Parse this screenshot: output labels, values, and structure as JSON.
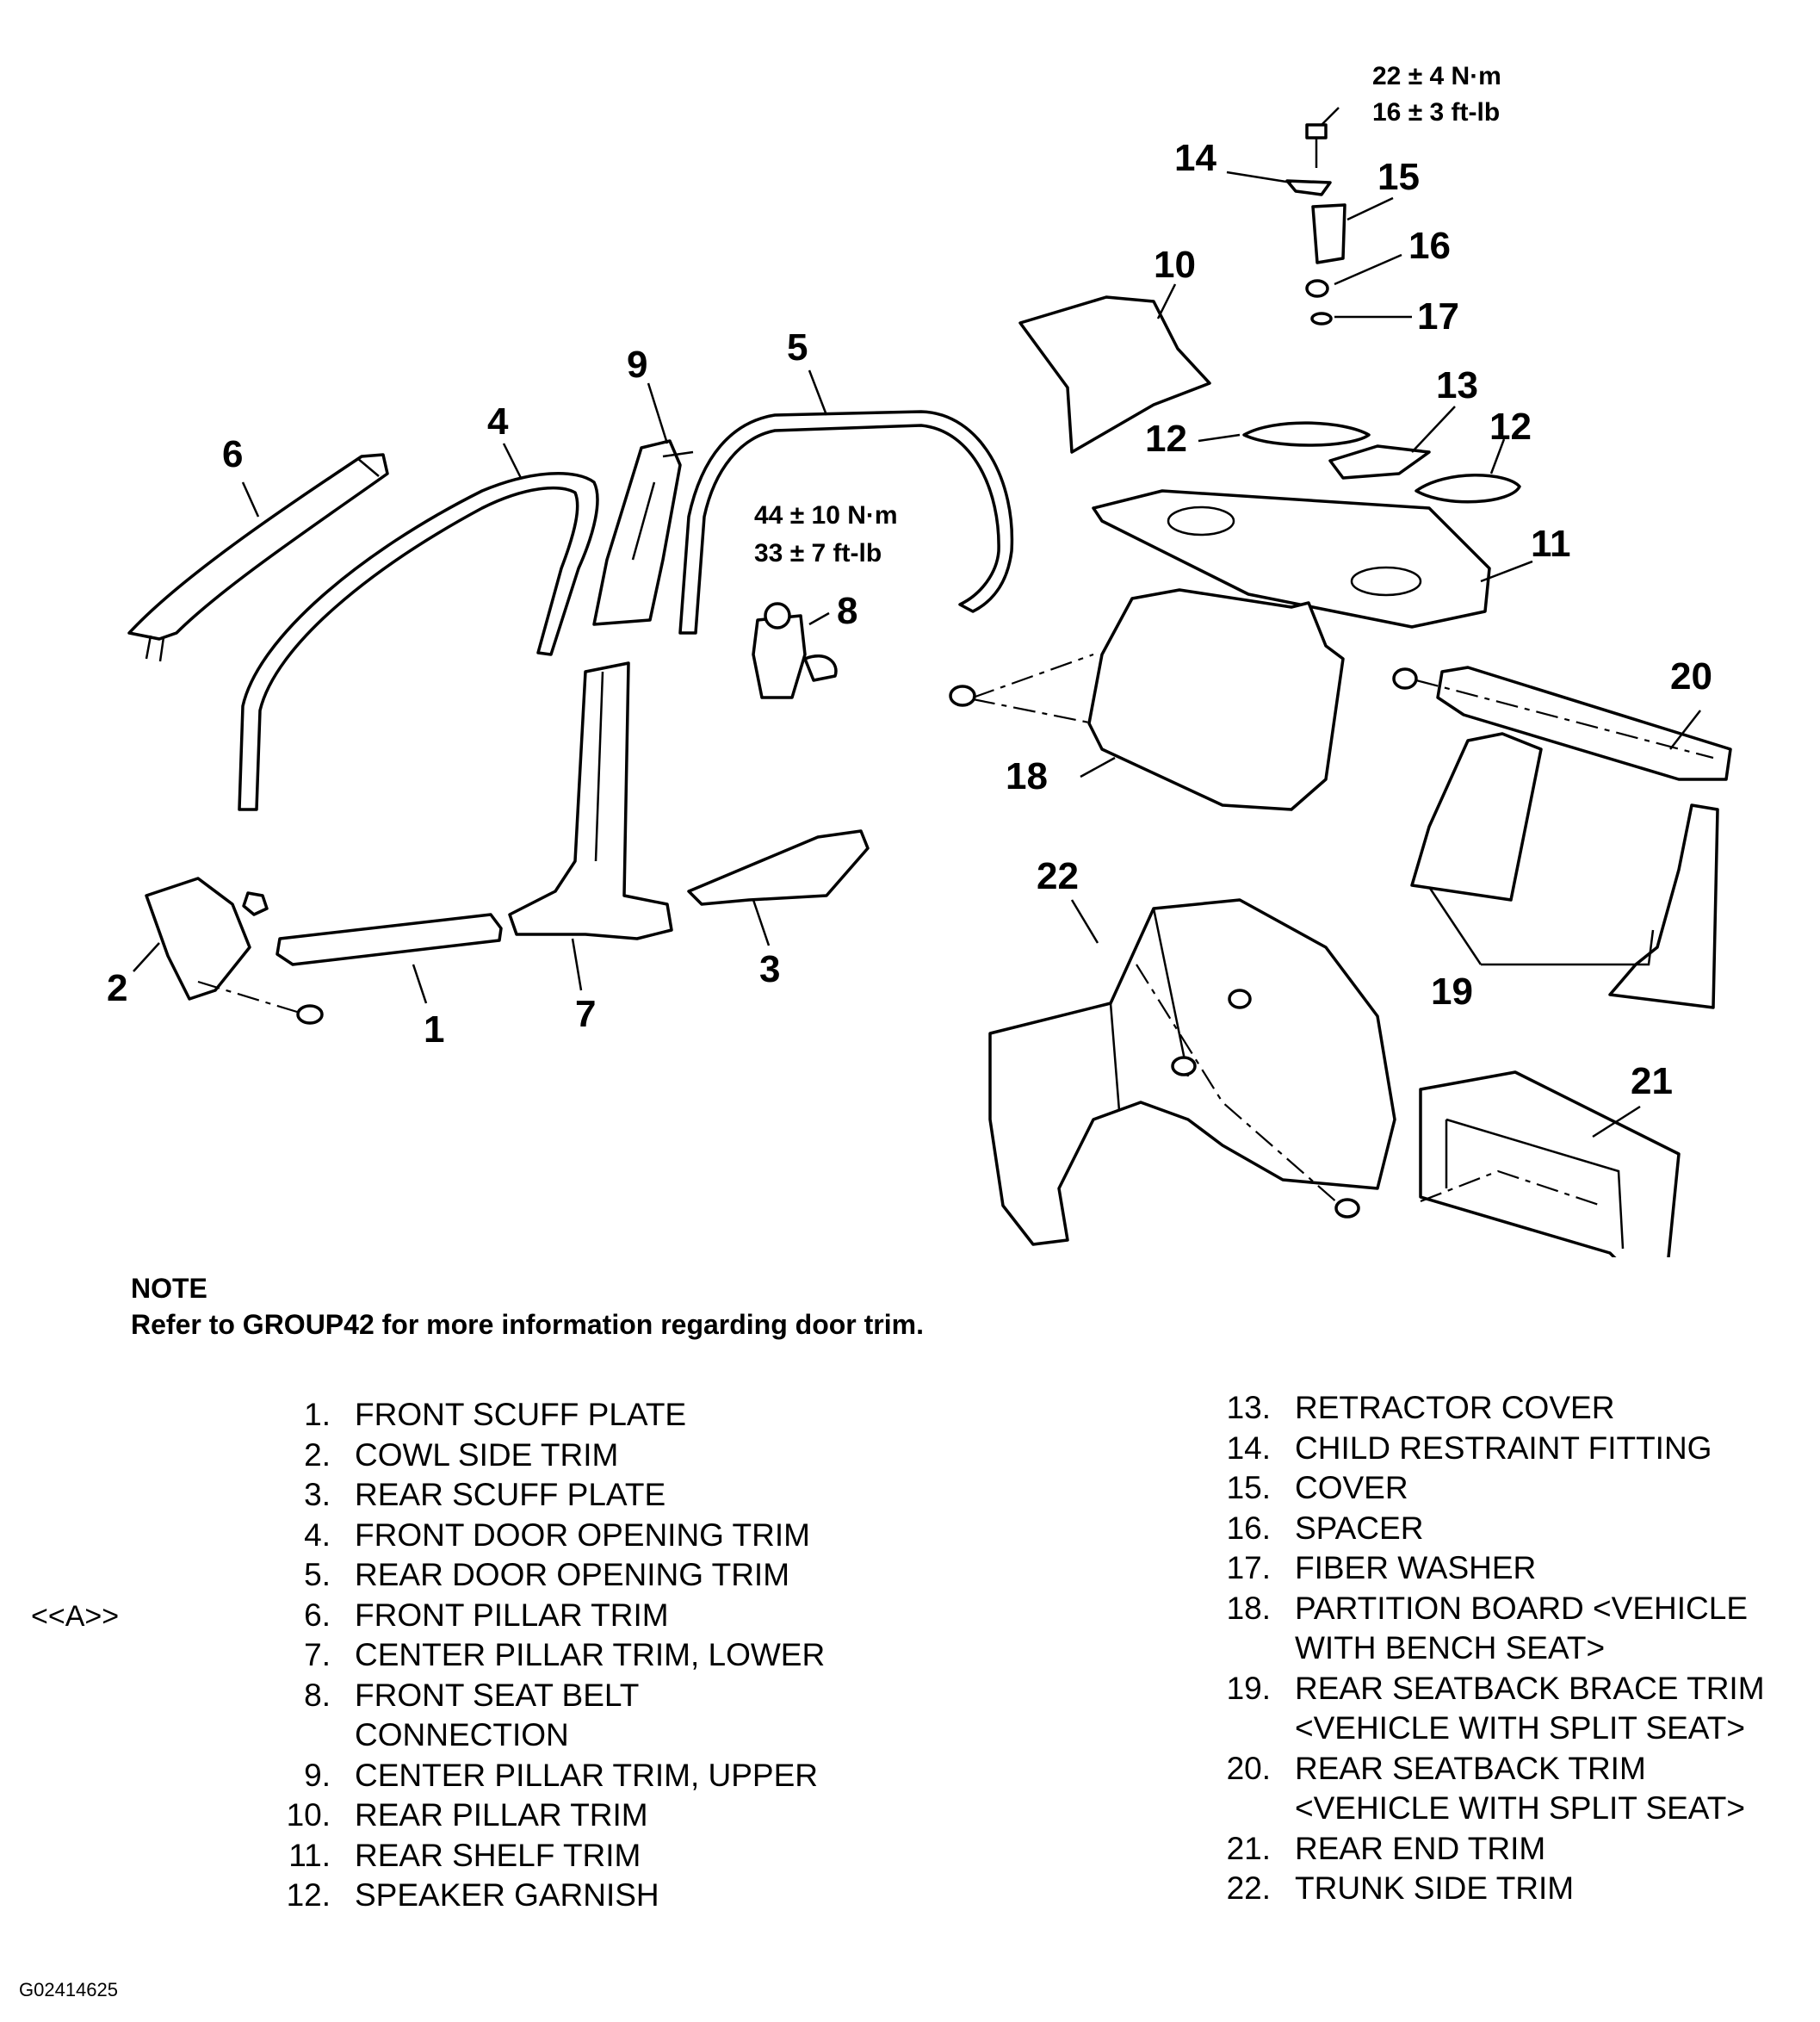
{
  "diagram": {
    "callouts": [
      "1",
      "2",
      "3",
      "4",
      "5",
      "6",
      "7",
      "8",
      "9",
      "10",
      "11",
      "12",
      "12",
      "13",
      "14",
      "15",
      "16",
      "17",
      "18",
      "19",
      "20",
      "21",
      "22"
    ],
    "torque_top": [
      "22 ± 4 N·m",
      "16 ± 3 ft-lb"
    ],
    "torque_mid": [
      "44 ± 10 N·m",
      "33 ± 7 ft-lb"
    ]
  },
  "note": {
    "title": "NOTE",
    "text": "Refer to GROUP42 for more information regarding door trim."
  },
  "ref_marker": "<<A>>",
  "legend_left": [
    {
      "num": "1.",
      "lines": [
        "FRONT SCUFF PLATE"
      ]
    },
    {
      "num": "2.",
      "lines": [
        "COWL SIDE TRIM"
      ]
    },
    {
      "num": "3.",
      "lines": [
        "REAR SCUFF PLATE"
      ]
    },
    {
      "num": "4.",
      "lines": [
        "FRONT DOOR OPENING TRIM"
      ]
    },
    {
      "num": "5.",
      "lines": [
        "REAR DOOR OPENING TRIM"
      ]
    },
    {
      "num": "6.",
      "lines": [
        "FRONT PILLAR TRIM"
      ]
    },
    {
      "num": "7.",
      "lines": [
        "CENTER PILLAR TRIM, LOWER"
      ]
    },
    {
      "num": "8.",
      "lines": [
        "FRONT SEAT BELT",
        "CONNECTION"
      ]
    },
    {
      "num": "9.",
      "lines": [
        "CENTER PILLAR TRIM, UPPER"
      ]
    },
    {
      "num": "10.",
      "lines": [
        "REAR PILLAR TRIM"
      ]
    },
    {
      "num": "11.",
      "lines": [
        "REAR SHELF TRIM"
      ]
    },
    {
      "num": "12.",
      "lines": [
        "SPEAKER GARNISH"
      ]
    }
  ],
  "legend_right": [
    {
      "num": "13.",
      "lines": [
        "RETRACTOR COVER"
      ]
    },
    {
      "num": "14.",
      "lines": [
        "CHILD RESTRAINT FITTING"
      ]
    },
    {
      "num": "15.",
      "lines": [
        "COVER"
      ]
    },
    {
      "num": "16.",
      "lines": [
        "SPACER"
      ]
    },
    {
      "num": "17.",
      "lines": [
        "FIBER WASHER"
      ]
    },
    {
      "num": "18.",
      "lines": [
        "PARTITION BOARD <VEHICLE",
        "WITH BENCH SEAT>"
      ]
    },
    {
      "num": "19.",
      "lines": [
        "REAR SEATBACK BRACE TRIM",
        "<VEHICLE WITH SPLIT SEAT>"
      ]
    },
    {
      "num": "20.",
      "lines": [
        "REAR SEATBACK TRIM",
        "<VEHICLE WITH SPLIT SEAT>"
      ]
    },
    {
      "num": "21.",
      "lines": [
        "REAR END TRIM"
      ]
    },
    {
      "num": "22.",
      "lines": [
        "TRUNK SIDE TRIM"
      ]
    }
  ],
  "figure_id": "G02414625"
}
